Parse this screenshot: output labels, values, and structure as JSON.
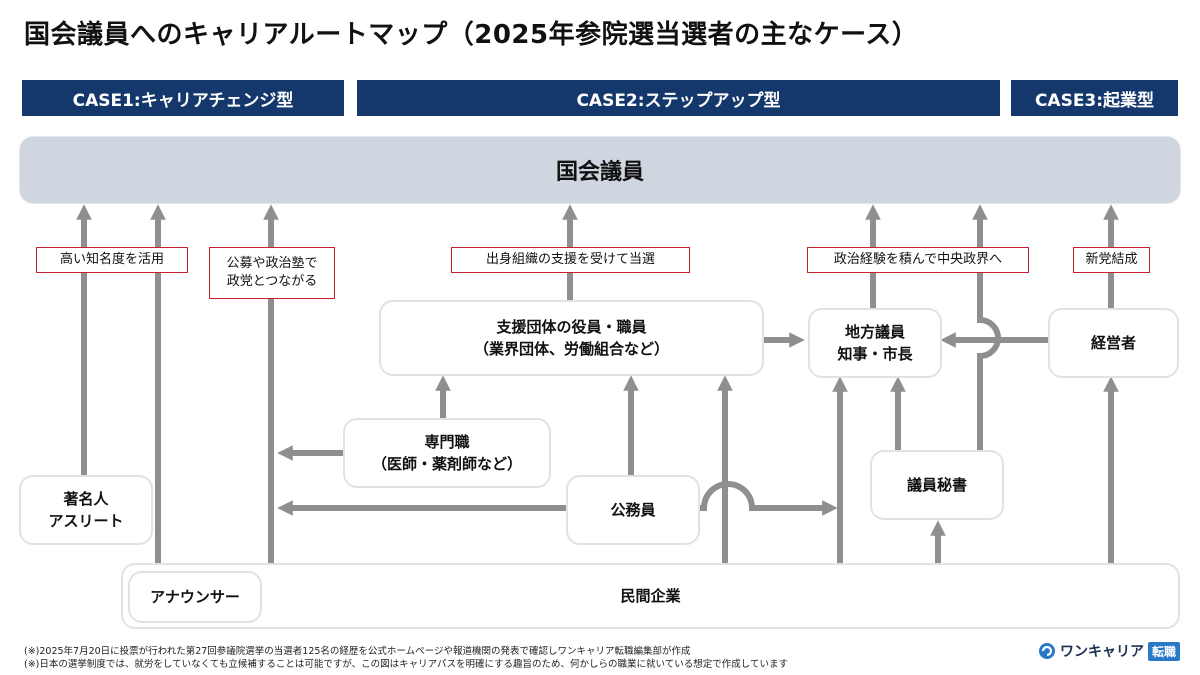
{
  "title": "国会議員へのキャリアルートマップ（2025年参院選当選者の主なケース）",
  "cases": {
    "case1": "CASE1:キャリアチェンジ型",
    "case2": "CASE2:ステップアップ型",
    "case3": "CASE3:起業型"
  },
  "diet_member": "国会議員",
  "labels": {
    "fame": "高い知名度を活用",
    "juku": [
      "公募や政治塾で",
      "政党とつながる"
    ],
    "org_election": "出身組織の支援を受けて当選",
    "experience": "政治経験を積んで中央政界へ",
    "new_party": "新党結成"
  },
  "nodes": {
    "support_org": [
      "支援団体の役員・職員",
      "（業界団体、労働組合など）"
    ],
    "local": [
      "地方議員",
      "知事・市長"
    ],
    "executive": "経営者",
    "professional": [
      "専門職",
      "（医師・薬剤師など）"
    ],
    "secretary": "議員秘書",
    "celebrity": [
      "著名人",
      "アスリート"
    ],
    "civil_servant": "公務員",
    "announcer": "アナウンサー",
    "private_company": "民間企業"
  },
  "footnotes": [
    "(※)2025年7月20日に投票が行われた第27回参議院選挙の当選者125名の経歴を公式ホームページや報道機関の発表で確認しワンキャリア転職編集部が作成",
    "(※)日本の選挙制度では、就労をしていなくても立候補することは可能ですが、この図はキャリアパスを明確にする趣旨のため、何かしらの職業に就いている想定で作成しています"
  ],
  "logo": {
    "name": "ワンキャリア",
    "tag": "転職"
  },
  "colors": {
    "case_header": "#14386b",
    "diet_bg": "#cfd6e0",
    "arrow": "#8f8f8f",
    "label_border": "#c8202f"
  }
}
